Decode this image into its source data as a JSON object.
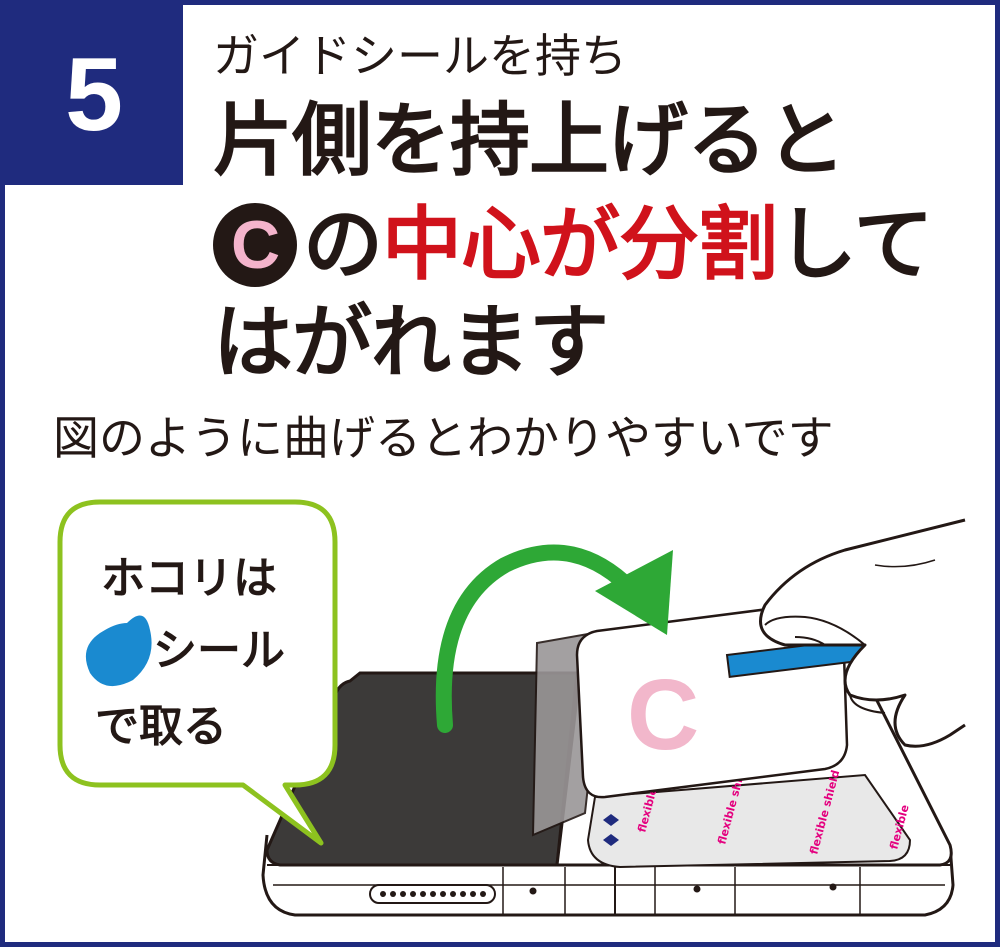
{
  "step": {
    "number": "5"
  },
  "heading": {
    "subtitle": "ガイドシールを持ち",
    "line1": "片側を持上げると",
    "circle_letter": "C",
    "line2_particle": "の",
    "line2_accent": "中心が分割",
    "line2_rest": "して",
    "line3": "はがれます"
  },
  "note": "図のように曲げるとわかりやすいです",
  "bubble": {
    "line1": "ホコリは",
    "line2": "シール",
    "line3": "で取る"
  },
  "sheet_letter": "C",
  "colors": {
    "navy": "#1f2b7e",
    "accent_red": "#d0121b",
    "green_arrow": "#2ea836",
    "bubble_border": "#8dc21f",
    "dust_seal_blue": "#1a8ad0",
    "pink_letter": "#f2b7cb"
  }
}
